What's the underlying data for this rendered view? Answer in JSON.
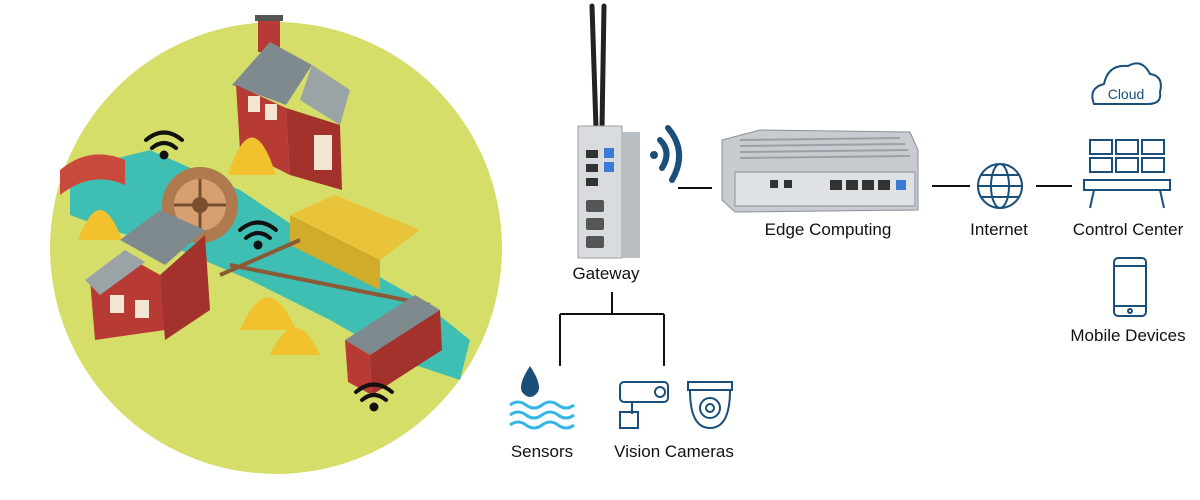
{
  "labels": {
    "gateway": "Gateway",
    "edge": "Edge Computing",
    "internet": "Internet",
    "control": "Control Center",
    "mobile": "Mobile Devices",
    "sensors": "Sensors",
    "cameras": "Vision Cameras",
    "cloud": "Cloud"
  },
  "colors": {
    "icon_blue": "#1a4f7a",
    "water_blue": "#33b5e8",
    "farm_circle": "#d6de6a",
    "line": "#111111"
  }
}
